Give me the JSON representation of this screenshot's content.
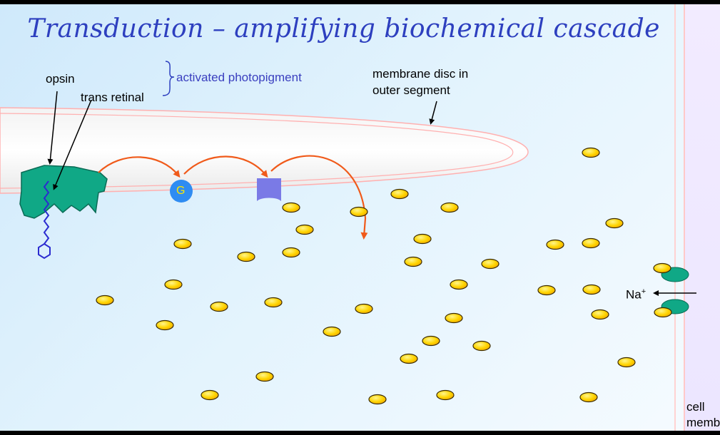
{
  "title": "Transduction – amplifying biochemical cascade",
  "labels": {
    "opsin": "opsin",
    "trans_retinal": "trans retinal",
    "activated_photopigment": "activated photopigment",
    "membrane_disc_line1": "membrane disc in",
    "membrane_disc_line2": "outer segment",
    "g_protein": "G",
    "sodium": "Na",
    "sodium_charge": "+",
    "cell_membrane_line1": "cell",
    "cell_membrane_line2": "memb"
  },
  "colors": {
    "title": "#2d3fbf",
    "opsin": "#10a886",
    "retinal": "#2b2bd0",
    "g_protein": "#2f8cf2",
    "enzyme": "#7a7ae6",
    "arrow": "#f05a1a",
    "molecule": "#ffd400",
    "channel": "#10a886"
  }
}
